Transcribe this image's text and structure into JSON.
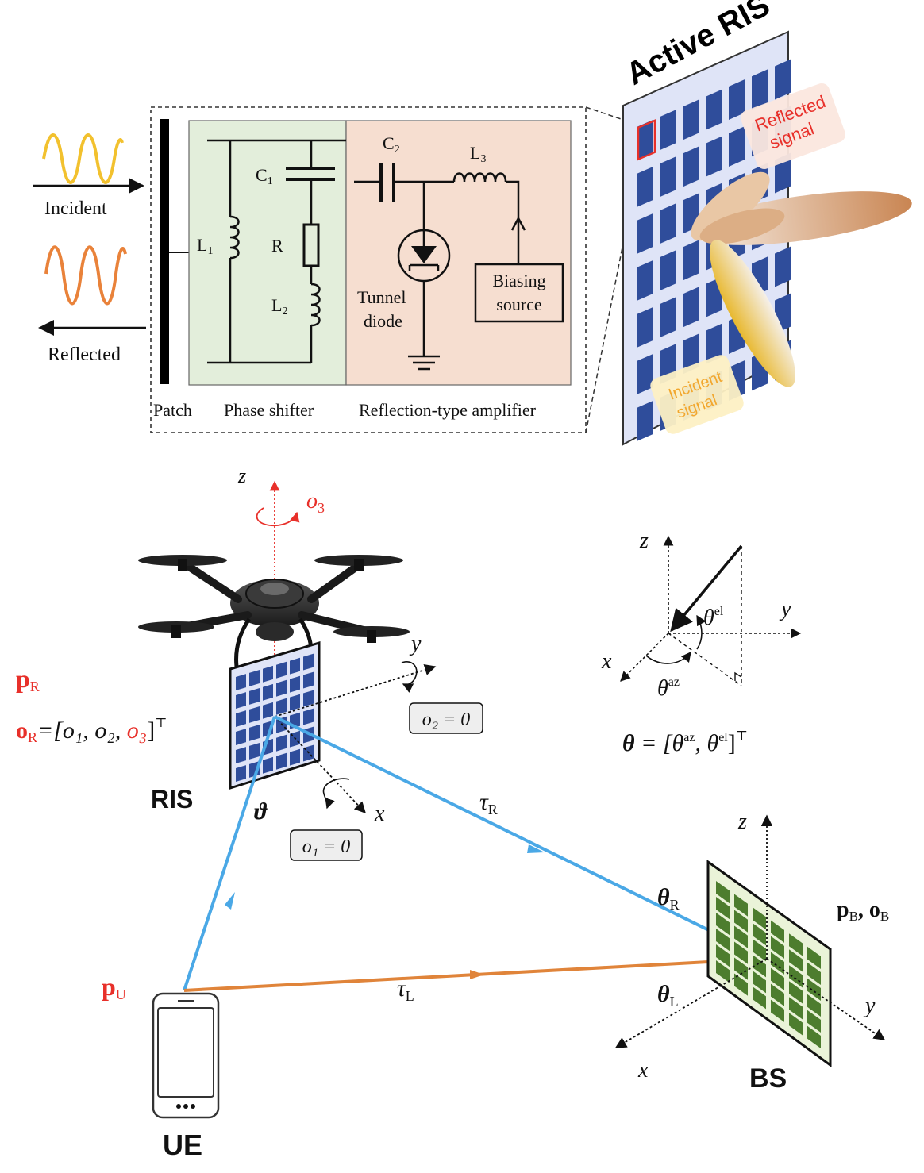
{
  "circuit": {
    "incident_label": "Incident",
    "reflected_label": "Reflected",
    "patch_label": "Patch",
    "phase_shifter_label": "Phase shifter",
    "amplifier_label": "Reflection-type amplifier",
    "c1_label": "C",
    "c1_sub": "1",
    "l1_label": "L",
    "l1_sub": "1",
    "r_label": "R",
    "l2_label": "L",
    "l2_sub": "2",
    "c2_label": "C",
    "c2_sub": "2",
    "l3_label": "L",
    "l3_sub": "3",
    "tunnel_label_1": "Tunnel",
    "tunnel_label_2": "diode",
    "bias_label_1": "Biasing",
    "bias_label_2": "source"
  },
  "active_ris": {
    "title": "Active RIS",
    "reflected_1": "Reflected",
    "reflected_2": "signal",
    "incident_1": "Incident",
    "incident_2": "signal"
  },
  "scene": {
    "ris_label": "RIS",
    "bs_label": "BS",
    "ue_label": "UE",
    "z": "z",
    "y": "y",
    "x": "x",
    "o3": "o",
    "o3_sub": "3",
    "pR": "p",
    "pR_sub": "R",
    "oR_lhs": "o",
    "oR_lhs_sub": "R",
    "oR_rhs": "=[o₁, o₂, ",
    "oR_o3": "o₃",
    "oR_end": "]",
    "oR_top": "⊤",
    "o2_box": "o₂ = 0",
    "o1_box": "o₁ = 0",
    "vartheta": "ϑ",
    "tauR": "τ",
    "tauR_sub": "R",
    "tauL": "τ",
    "tauL_sub": "L",
    "thetaR": "θ",
    "thetaR_sub": "R",
    "thetaL": "θ",
    "thetaL_sub": "L",
    "pB_oB": "p",
    "pB_sub": "B",
    "oB": ", o",
    "oB_sub": "B",
    "pU": "p",
    "pU_sub": "U"
  },
  "angle_def": {
    "theta_el": "θ",
    "theta_el_sup": "el",
    "theta_az": "θ",
    "theta_az_sup": "az",
    "formula_lhs": "θ",
    "formula_rhs": " = [θ",
    "formula_az": "az",
    "formula_mid": ", θ",
    "formula_el": "el",
    "formula_end": "]",
    "formula_top": "⊤"
  },
  "colors": {
    "incident_wave": "#f2c12e",
    "reflected_wave": "#e9823a",
    "phase_bg": "#e3eedb",
    "amp_bg": "#f6ded0",
    "ris_panel": "#dfe4f7",
    "ris_cell": "#2f4d9b",
    "blue_path": "#4aa8e6",
    "orange_path": "#e0843a",
    "bs_cell": "#4d7d2e",
    "bs_panel": "#eaf3d8",
    "accent_red": "#e8302a"
  }
}
